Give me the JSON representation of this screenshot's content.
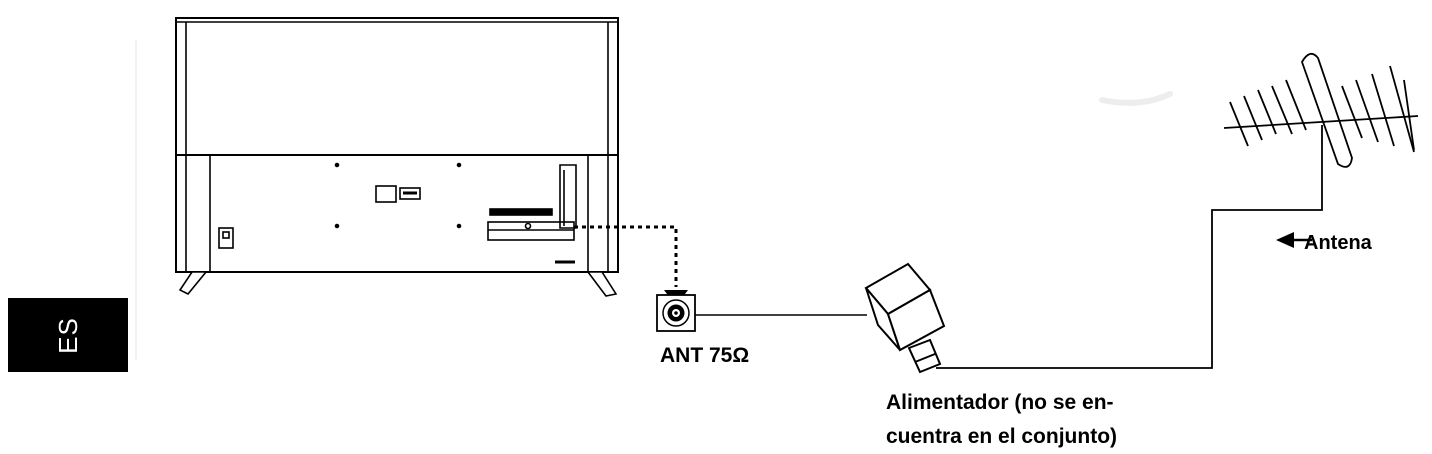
{
  "language_tab": {
    "code": "ES"
  },
  "labels": {
    "antenna_port": "ANT 75Ω",
    "antenna": "Antena",
    "power_supply_line1": "Alimentador (no se en-",
    "power_supply_line2": "cuentra en el conjunto)"
  },
  "icons": {
    "tv": "tv-back-icon",
    "port": "coaxial-port-icon",
    "amplifier": "power-supply-icon",
    "antenna": "yagi-antenna-icon",
    "arrow": "arrow-left-icon"
  },
  "colors": {
    "line": "#000000",
    "background": "#ffffff",
    "tab_bg": "#000000",
    "tab_text": "#ffffff"
  }
}
